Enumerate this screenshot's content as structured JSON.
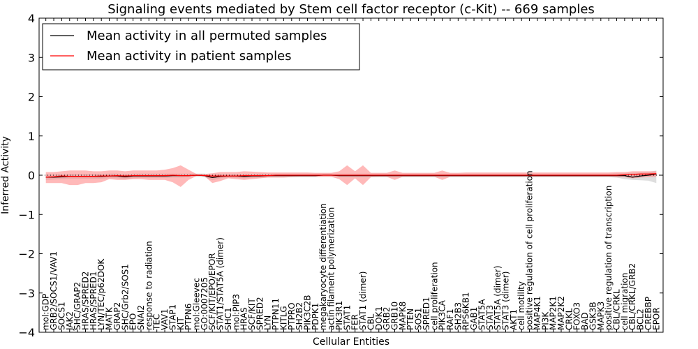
{
  "chart_data": {
    "type": "line",
    "title": "Signaling events mediated by Stem cell factor receptor (c-Kit) -- 669 samples",
    "xlabel": "Cellular Entities",
    "ylabel": "Inferred Activity",
    "ylim": [
      -4,
      4
    ],
    "yticks": [
      -4,
      -3,
      -2,
      -1,
      0,
      1,
      2,
      3,
      4
    ],
    "legend_placement": "top-left",
    "categories": [
      "mol:GDP",
      "GRB2/SOCS1/VAV1",
      "SOCS1",
      "JAK2",
      "SHC/GRAP2",
      "HRAS/SPRED2",
      "HRAS/SPRED1",
      "LYN/TEC/p62DOK",
      "MATK",
      "GRAP2",
      "SHC/Grb2/SOS1",
      "EPO",
      "SNAI2",
      "response to radiation",
      "TEC",
      "VAV1",
      "STAP1",
      "KIT",
      "PTPN6",
      "mol:Gleevec",
      "GO:0007205",
      "SCF/KIT/EPO/EPOR",
      "STAT1/STAT5A (dimer)",
      "SHC1",
      "mol:PIP3",
      "HRAS",
      "SCF/KIT",
      "SPRED2",
      "LYN",
      "PTPN11",
      "KITLG",
      "PTPRO",
      "SH2B2",
      "PIK3C2B",
      "PDPK1",
      "megakaryocyte differentiation",
      "actin filament polymerization",
      "PIK3R1",
      "STAT1",
      "FER",
      "STAT1 (dimer)",
      "CBL",
      "DOK1",
      "GRB2",
      "GRB10",
      "MAPK8",
      "PTEN",
      "SOS1",
      "SPRED1",
      "cell proliferation",
      "PIK3CA",
      "RAF1",
      "SH2B3",
      "RPS6KB1",
      "GAB1",
      "STAT5A",
      "STAT3",
      "STAT5A (dimer)",
      "STAT3 (dimer)",
      "AKT1",
      "cell motility",
      "positive regulation of cell proliferation",
      "MAP4K1",
      "PI3K",
      "MAP2K1",
      "MAP2K2",
      "CRKL",
      "FOXO3",
      "BAD",
      "GSK3B",
      "MAPK3",
      "positive regulation of transcription",
      "CBL/CRKL",
      "cell migration",
      "CBL/CRKL/GRB2",
      "BCL2",
      "CREBBP",
      "EPOR"
    ],
    "series": [
      {
        "name": "Mean activity in all permuted samples",
        "color": "#000000",
        "values": [
          -0.05,
          -0.05,
          -0.04,
          -0.03,
          -0.03,
          -0.03,
          -0.03,
          -0.03,
          -0.02,
          -0.02,
          -0.04,
          -0.02,
          -0.02,
          -0.02,
          -0.02,
          -0.02,
          -0.01,
          -0.01,
          -0.01,
          0,
          -0.01,
          -0.06,
          -0.03,
          -0.02,
          -0.02,
          -0.03,
          -0.02,
          -0.02,
          -0.01,
          -0.01,
          -0.01,
          -0.01,
          -0.01,
          -0.01,
          -0.01,
          0,
          0,
          -0.01,
          -0.01,
          -0.01,
          -0.01,
          -0.01,
          -0.01,
          -0.01,
          -0.01,
          -0.01,
          -0.01,
          -0.01,
          -0.01,
          -0.01,
          -0.01,
          -0.01,
          -0.01,
          -0.01,
          -0.01,
          -0.01,
          -0.01,
          -0.01,
          -0.01,
          -0.01,
          -0.01,
          -0.01,
          -0.01,
          -0.01,
          -0.01,
          -0.01,
          -0.01,
          -0.01,
          -0.01,
          -0.01,
          -0.01,
          -0.01,
          -0.01,
          -0.01,
          -0.05,
          -0.02,
          0,
          0.03
        ],
        "band_low": [
          -0.12,
          -0.11,
          -0.1,
          -0.09,
          -0.09,
          -0.09,
          -0.09,
          -0.09,
          -0.08,
          -0.08,
          -0.1,
          -0.08,
          -0.07,
          -0.07,
          -0.07,
          -0.07,
          -0.06,
          -0.06,
          -0.05,
          -0.04,
          -0.05,
          -0.13,
          -0.08,
          -0.07,
          -0.07,
          -0.08,
          -0.07,
          -0.06,
          -0.05,
          -0.05,
          -0.05,
          -0.05,
          -0.05,
          -0.05,
          -0.05,
          -0.04,
          -0.04,
          -0.05,
          -0.05,
          -0.05,
          -0.05,
          -0.05,
          -0.05,
          -0.05,
          -0.05,
          -0.05,
          -0.05,
          -0.05,
          -0.05,
          -0.05,
          -0.05,
          -0.05,
          -0.05,
          -0.05,
          -0.05,
          -0.05,
          -0.05,
          -0.05,
          -0.05,
          -0.05,
          -0.05,
          -0.05,
          -0.05,
          -0.05,
          -0.05,
          -0.05,
          -0.05,
          -0.05,
          -0.05,
          -0.05,
          -0.05,
          -0.05,
          -0.06,
          -0.1,
          -0.12,
          -0.13,
          -0.14,
          -0.2
        ],
        "band_high": [
          0.02,
          0.02,
          0.02,
          0.03,
          0.03,
          0.03,
          0.03,
          0.03,
          0.04,
          0.04,
          0.02,
          0.04,
          0.04,
          0.04,
          0.04,
          0.04,
          0.04,
          0.04,
          0.04,
          0.04,
          0.04,
          0.02,
          0.03,
          0.03,
          0.03,
          0.03,
          0.03,
          0.04,
          0.04,
          0.04,
          0.04,
          0.04,
          0.04,
          0.04,
          0.04,
          0.04,
          0.04,
          0.04,
          0.04,
          0.04,
          0.04,
          0.04,
          0.04,
          0.04,
          0.04,
          0.04,
          0.04,
          0.04,
          0.04,
          0.04,
          0.04,
          0.04,
          0.04,
          0.04,
          0.04,
          0.04,
          0.04,
          0.04,
          0.04,
          0.04,
          0.04,
          0.04,
          0.04,
          0.04,
          0.04,
          0.04,
          0.04,
          0.04,
          0.04,
          0.04,
          0.04,
          0.04,
          0.05,
          0.05,
          0.06,
          0.07,
          0.08,
          0.12
        ]
      },
      {
        "name": "Mean activity in patient samples",
        "color": "#ff0000",
        "values": [
          -0.05,
          -0.04,
          -0.02,
          -0.03,
          -0.03,
          -0.03,
          -0.03,
          -0.02,
          -0.02,
          -0.01,
          -0.02,
          -0.01,
          -0.01,
          -0.01,
          -0.01,
          -0.01,
          0,
          -0.01,
          -0.01,
          0,
          -0.01,
          -0.02,
          -0.02,
          -0.02,
          -0.02,
          -0.01,
          -0.01,
          -0.01,
          -0.01,
          0,
          0,
          0,
          0,
          0,
          0,
          0,
          0,
          0,
          0,
          0,
          0,
          0,
          0,
          0,
          0,
          0,
          0,
          0,
          0,
          0,
          0,
          0,
          0,
          0,
          0,
          0,
          0,
          0,
          0,
          0,
          0,
          0,
          0,
          0,
          0,
          0,
          0,
          0,
          0,
          0,
          0,
          0,
          0,
          0.01,
          0.02,
          0.03,
          0.03,
          0.04
        ],
        "band_low": [
          -0.2,
          -0.2,
          -0.2,
          -0.25,
          -0.25,
          -0.2,
          -0.2,
          -0.18,
          -0.1,
          -0.12,
          -0.12,
          -0.1,
          -0.1,
          -0.12,
          -0.12,
          -0.12,
          -0.18,
          -0.3,
          -0.12,
          -0.02,
          -0.02,
          -0.2,
          -0.15,
          -0.08,
          -0.1,
          -0.12,
          -0.1,
          -0.08,
          -0.06,
          -0.06,
          -0.06,
          -0.05,
          -0.04,
          -0.04,
          -0.04,
          -0.04,
          -0.04,
          -0.1,
          -0.25,
          -0.08,
          -0.25,
          -0.05,
          -0.04,
          -0.04,
          -0.12,
          -0.04,
          -0.04,
          -0.04,
          -0.04,
          -0.04,
          -0.12,
          -0.04,
          -0.04,
          -0.04,
          -0.04,
          -0.04,
          -0.04,
          -0.04,
          -0.04,
          -0.04,
          -0.04,
          -0.04,
          -0.04,
          -0.04,
          -0.04,
          -0.04,
          -0.04,
          -0.04,
          -0.04,
          -0.04,
          -0.04,
          -0.04,
          -0.05,
          -0.05,
          -0.08,
          -0.06,
          -0.05,
          -0.04
        ],
        "band_high": [
          0.08,
          0.08,
          0.1,
          0.12,
          0.12,
          0.12,
          0.1,
          0.1,
          0.12,
          0.12,
          0.1,
          0.12,
          0.12,
          0.12,
          0.12,
          0.14,
          0.18,
          0.25,
          0.14,
          0.03,
          0.03,
          0.05,
          0.08,
          0.08,
          0.08,
          0.1,
          0.09,
          0.08,
          0.07,
          0.07,
          0.07,
          0.07,
          0.07,
          0.07,
          0.06,
          0.06,
          0.06,
          0.1,
          0.25,
          0.1,
          0.25,
          0.06,
          0.06,
          0.06,
          0.12,
          0.06,
          0.06,
          0.06,
          0.06,
          0.06,
          0.12,
          0.06,
          0.06,
          0.07,
          0.07,
          0.07,
          0.07,
          0.07,
          0.07,
          0.07,
          0.07,
          0.07,
          0.07,
          0.07,
          0.07,
          0.07,
          0.07,
          0.07,
          0.07,
          0.07,
          0.07,
          0.07,
          0.08,
          0.08,
          0.1,
          0.1,
          0.1,
          0.1
        ]
      }
    ]
  }
}
